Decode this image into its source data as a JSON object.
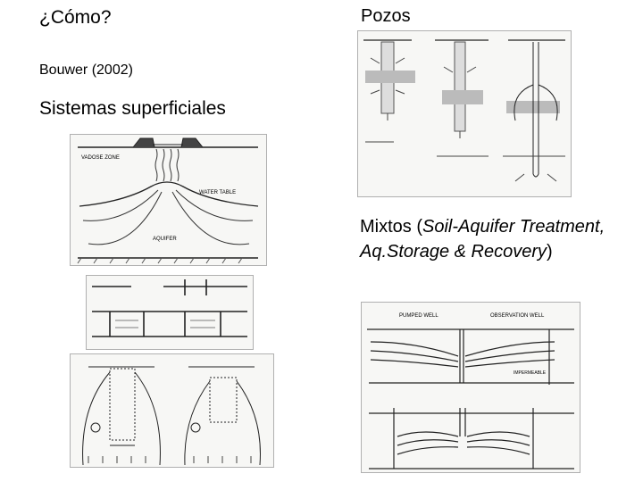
{
  "heading": "¿Cómo?",
  "citation": "Bouwer (2002)",
  "subheading": "Sistemas superficiales",
  "wells_heading": "Pozos",
  "mixed_heading": {
    "prefix": "Mixtos (",
    "italic": "Soil-Aquifer Treatment, Aq.Storage & Recovery",
    "suffix": ")"
  },
  "figure_labels": {
    "vadose_zone": "VADOSE ZONE",
    "water_table": "WATER TABLE",
    "aquifer": "AQUIFER",
    "pumped_well": "PUMPED WELL",
    "observation_well": "OBSERVATION WELL",
    "impermeable": "IMPERMEABLE"
  }
}
